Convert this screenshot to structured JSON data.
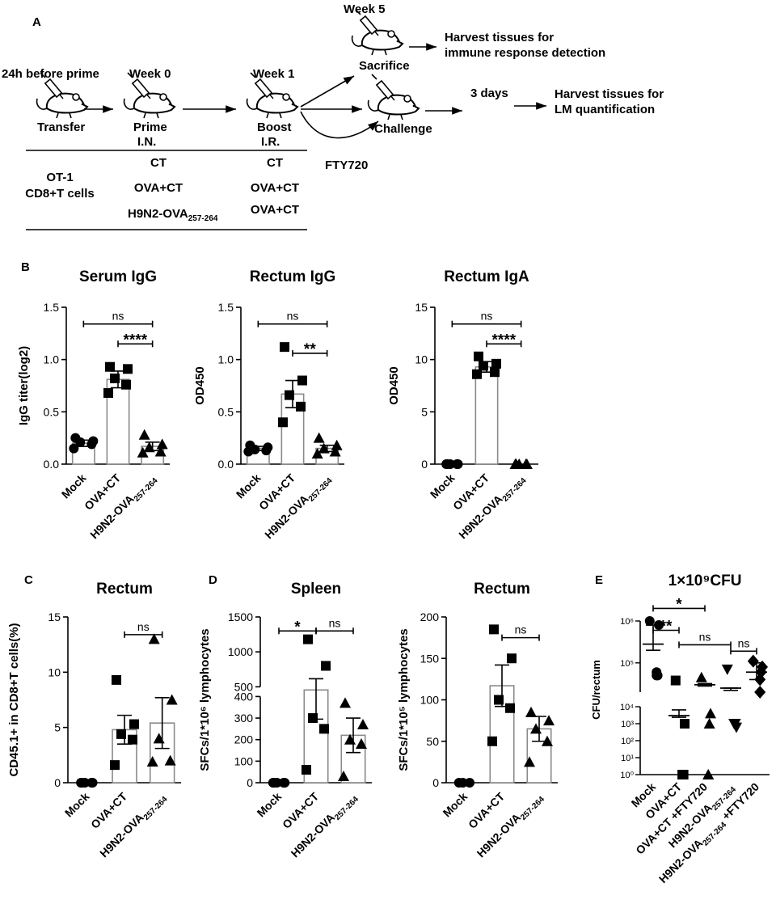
{
  "panel_a": {
    "letter": "A",
    "label_transfer_time": "24h before prime",
    "label_week0": "Week 0",
    "label_week1": "Week 1",
    "label_week5": "Week 5",
    "label_transfer": "Transfer",
    "label_prime": "Prime",
    "label_prime_route": "I.N.",
    "label_boost": "Boost",
    "label_boost_route": "I.R.",
    "label_sacrifice": "Sacrifice",
    "label_challenge": "Challenge",
    "label_fty": "FTY720",
    "label_3days": "3 days",
    "harvest1_line1": "Harvest tissues for",
    "harvest1_line2": "immune response detection",
    "harvest2_line1": "Harvest tissues for",
    "harvest2_line2": "LM quantification",
    "transfer_cells_line1": "OT-1",
    "transfer_cells_line2": "CD8+T cells",
    "prime_groups": [
      "CT",
      "OVA+CT",
      "H9N2-OVA"
    ],
    "boost_groups": [
      "CT",
      "OVA+CT",
      "OVA+CT"
    ],
    "ova_subscript": "257-264"
  },
  "chart_data": [
    {
      "panel": "B",
      "type": "bar",
      "title": "Serum IgG",
      "ylabel": "IgG titer(log2)",
      "ylim": [
        0,
        1.5
      ],
      "yticks": [
        "0.0",
        "0.5",
        "1.0",
        "1.5"
      ],
      "categories": [
        "Mock",
        "OVA+CT",
        "H9N2-OVA"
      ],
      "category_subscripts": [
        "",
        "",
        "257-264"
      ],
      "markers": [
        "circle",
        "square",
        "triangle"
      ],
      "values": [
        0.2,
        0.81,
        0.17
      ],
      "errors": [
        0.03,
        0.08,
        0.04
      ],
      "points": [
        [
          0.15,
          0.19,
          0.21,
          0.22,
          0.25
        ],
        [
          0.68,
          0.76,
          0.82,
          0.91,
          0.93
        ],
        [
          0.11,
          0.12,
          0.16,
          0.19,
          0.28
        ]
      ],
      "significance": [
        {
          "from": 0,
          "to": 2,
          "label": "ns",
          "y": 1.34
        },
        {
          "from": 1,
          "to": 2,
          "label": "****",
          "y": 1.15
        }
      ]
    },
    {
      "panel": "",
      "type": "bar",
      "title": "Rectum IgG",
      "ylabel": "OD450",
      "ylim": [
        0,
        1.5
      ],
      "yticks": [
        "0.0",
        "0.5",
        "1.0",
        "1.5"
      ],
      "categories": [
        "Mock",
        "OVA+CT",
        "H9N2-OVA"
      ],
      "category_subscripts": [
        "",
        "",
        "257-264"
      ],
      "markers": [
        "circle",
        "square",
        "triangle"
      ],
      "values": [
        0.15,
        0.67,
        0.15
      ],
      "errors": [
        0.02,
        0.13,
        0.03
      ],
      "points": [
        [
          0.12,
          0.13,
          0.14,
          0.16,
          0.18
        ],
        [
          0.4,
          0.55,
          0.66,
          0.8,
          1.12
        ],
        [
          0.1,
          0.12,
          0.15,
          0.18,
          0.25
        ]
      ],
      "significance": [
        {
          "from": 0,
          "to": 2,
          "label": "ns",
          "y": 1.34
        },
        {
          "from": 1,
          "to": 2,
          "label": "**",
          "y": 1.06
        }
      ]
    },
    {
      "panel": "",
      "type": "bar",
      "title": "Rectum IgA",
      "ylabel": "OD450",
      "ylim": [
        0,
        15
      ],
      "yticks": [
        "0",
        "5",
        "10",
        "15"
      ],
      "categories": [
        "Mock",
        "OVA+CT",
        "H9N2-OVA"
      ],
      "category_subscripts": [
        "",
        "",
        "257-264"
      ],
      "markers": [
        "circle",
        "square",
        "triangle"
      ],
      "values": [
        0,
        9.3,
        0
      ],
      "errors": [
        0,
        0.5,
        0
      ],
      "points": [
        [
          0,
          0,
          0,
          0,
          0
        ],
        [
          8.6,
          8.8,
          9.4,
          9.6,
          10.3
        ],
        [
          0,
          0,
          0,
          0,
          0
        ]
      ],
      "significance": [
        {
          "from": 0,
          "to": 2,
          "label": "ns",
          "y": 13.4
        },
        {
          "from": 1,
          "to": 2,
          "label": "****",
          "y": 11.5
        }
      ]
    },
    {
      "panel": "C",
      "type": "bar",
      "title": "Rectum",
      "ylabel": "CD45.1+ in CD8+T cells(%)",
      "ylim": [
        0,
        15
      ],
      "yticks": [
        "0",
        "5",
        "10",
        "15"
      ],
      "categories": [
        "Mock",
        "OVA+CT",
        "H9N2-OVA"
      ],
      "category_subscripts": [
        "",
        "",
        "257-264"
      ],
      "markers": [
        "circle",
        "square",
        "triangle"
      ],
      "values": [
        0,
        4.8,
        5.4
      ],
      "errors": [
        0,
        1.3,
        2.3
      ],
      "points": [
        [
          0,
          0,
          0,
          0,
          0
        ],
        [
          1.6,
          3.9,
          4.4,
          5.3,
          9.3
        ],
        [
          1.9,
          2.0,
          4.0,
          7.5,
          13.0
        ]
      ],
      "significance": [
        {
          "from": 1,
          "to": 2,
          "label": "ns",
          "y": 13.4
        }
      ]
    },
    {
      "panel": "D",
      "type": "bar",
      "title": "Spleen",
      "ylabel": "SFCs/1*10⁶ lymphocytes",
      "ylim": [
        0,
        1500
      ],
      "axis_break": [
        400,
        500
      ],
      "yticks": [
        "0",
        "100",
        "200",
        "300",
        "400",
        "500",
        "1000",
        "1500"
      ],
      "categories": [
        "Mock",
        "OVA+CT",
        "H9N2-OVA"
      ],
      "category_subscripts": [
        "",
        "",
        "257-264"
      ],
      "markers": [
        "circle",
        "square",
        "triangle"
      ],
      "values": [
        0,
        455,
        220
      ],
      "errors": [
        0,
        160,
        80
      ],
      "points": [
        [
          0,
          0,
          0,
          0,
          0
        ],
        [
          60,
          250,
          300,
          800,
          1180
        ],
        [
          30,
          180,
          200,
          270,
          370
        ]
      ],
      "significance": [
        {
          "from": 0,
          "to": 1,
          "label": "*",
          "y": 1300
        },
        {
          "from": 1,
          "to": 2,
          "label": "ns",
          "y": 1300
        }
      ]
    },
    {
      "panel": "",
      "type": "bar",
      "title": "Rectum",
      "ylabel": "SFCs/1*10⁵ lymphocytes",
      "ylim": [
        0,
        200
      ],
      "yticks": [
        "0",
        "50",
        "100",
        "150",
        "200"
      ],
      "categories": [
        "Mock",
        "OVA+CT",
        "H9N2-OVA"
      ],
      "category_subscripts": [
        "",
        "",
        "257-264"
      ],
      "markers": [
        "circle",
        "square",
        "triangle"
      ],
      "values": [
        0,
        117,
        65
      ],
      "errors": [
        0,
        25,
        15
      ],
      "points": [
        [
          0,
          0,
          0
        ],
        [
          50,
          90,
          100,
          150,
          185
        ],
        [
          25,
          50,
          65,
          75,
          85
        ]
      ],
      "significance": [
        {
          "from": 1,
          "to": 2,
          "label": "ns",
          "y": 175
        }
      ]
    },
    {
      "panel": "E",
      "type": "scatter",
      "title": "1×10⁹CFU",
      "ylabel": "CFU/rectum",
      "yscale": "log",
      "axis_break": [
        10000,
        20000
      ],
      "yticks": [
        "10⁰",
        "10¹",
        "10²",
        "10³",
        "10⁴",
        "10⁵",
        "10⁶"
      ],
      "categories": [
        "Mock",
        "OVA+CT",
        "OVA+CT +FTY720",
        "H9N2-OVA",
        "H9N2-OVA +FTY720"
      ],
      "category_subscripts": [
        "",
        "",
        "",
        "257-264",
        "257-264"
      ],
      "markers": [
        "circle",
        "square",
        "triangle",
        "triangle-down",
        "diamond"
      ],
      "means": [
        280000,
        3000,
        30000,
        25000,
        60000
      ],
      "errors_low": [
        200000,
        2400,
        28000,
        22000,
        40000
      ],
      "errors_high": [
        800000,
        6500,
        32000,
        25000,
        100000
      ],
      "points": [
        [
          1000000,
          800000,
          50000,
          50000,
          60000
        ],
        [
          38000,
          1000,
          1,
          1,
          1
        ],
        [
          45000,
          4000,
          1000,
          1,
          1
        ],
        [
          70000,
          600,
          1000,
          1000,
          1000
        ],
        [
          110000,
          80000,
          60000,
          40000,
          20000
        ]
      ],
      "significance": [
        {
          "from": 0,
          "to": 1,
          "label": "**",
          "y": 600000
        },
        {
          "from": 0,
          "to": 2,
          "label": "*",
          "y": 2000000
        },
        {
          "from": 1,
          "to": 3,
          "label": "ns",
          "y": 270000
        },
        {
          "from": 3,
          "to": 4,
          "label": "ns",
          "y": 190000
        }
      ]
    }
  ]
}
